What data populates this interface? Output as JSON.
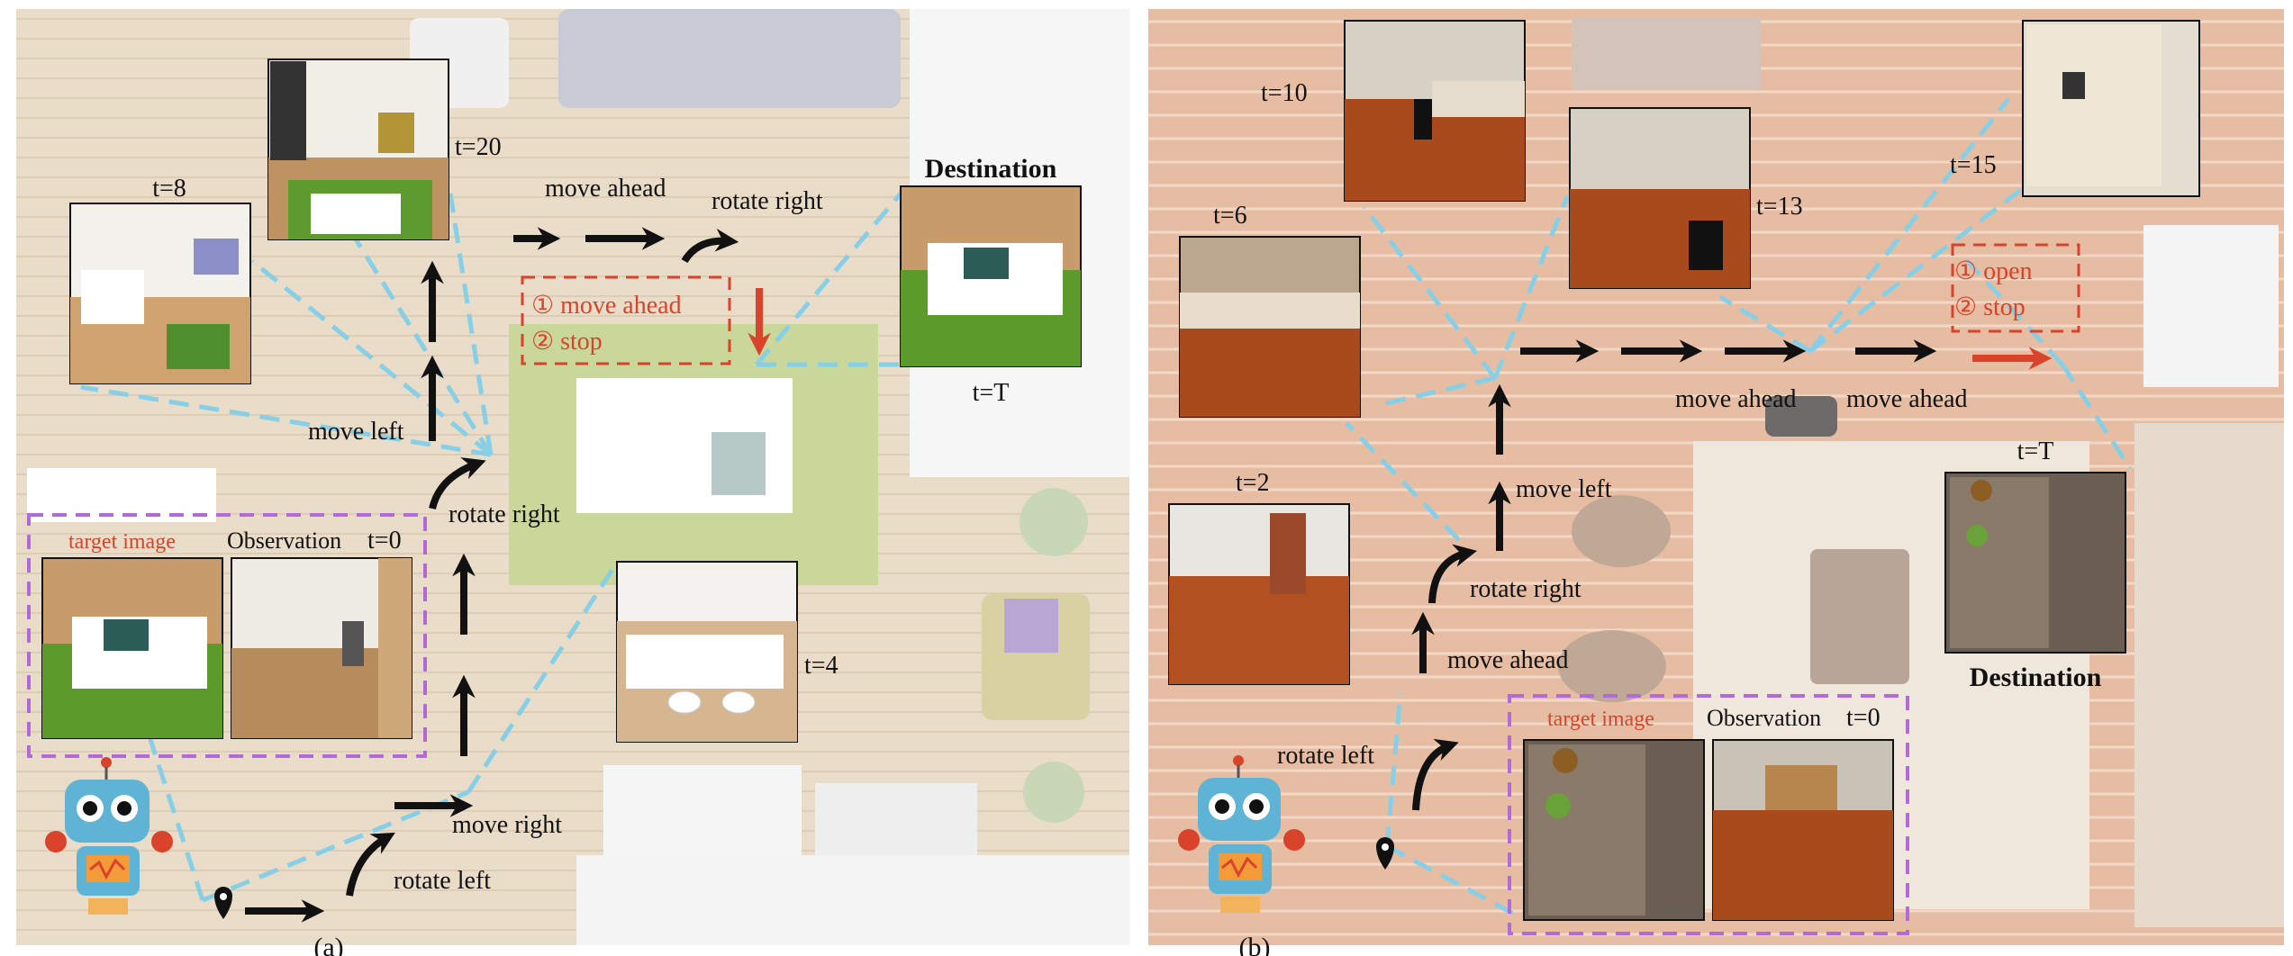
{
  "panel_a": {
    "caption_letter": "(a)",
    "timesteps": [
      "t=8",
      "t=20",
      "t=4",
      "t=T",
      "t=0"
    ],
    "destination": "Destination",
    "target_label": "target image",
    "observation_label": "Observation",
    "actions": {
      "move_ahead": "move ahead",
      "rotate_right_top": "rotate right",
      "move_left": "move left",
      "rotate_right": "rotate right",
      "move_right": "move right",
      "rotate_left": "rotate left"
    },
    "final_actions": [
      "① move ahead",
      "② stop"
    ]
  },
  "panel_b": {
    "caption_letter": "(b)",
    "timesteps": [
      "t=10",
      "t=6",
      "t=13",
      "t=15",
      "t=2",
      "t=T",
      "t=0"
    ],
    "destination": "Destination",
    "target_label": "target image",
    "observation_label": "Observation",
    "actions": {
      "move_ahead_1": "move ahead",
      "move_ahead_2": "move ahead",
      "move_left": "move left",
      "rotate_right": "rotate right",
      "move_ahead_low": "move ahead",
      "rotate_left": "rotate left"
    },
    "final_actions": [
      "① open",
      "② stop"
    ]
  },
  "colors": {
    "trajectory_line": "#86cfe6",
    "target_box": "#b36ad9",
    "final_action": "#d9432b",
    "arrow": "#111111"
  }
}
